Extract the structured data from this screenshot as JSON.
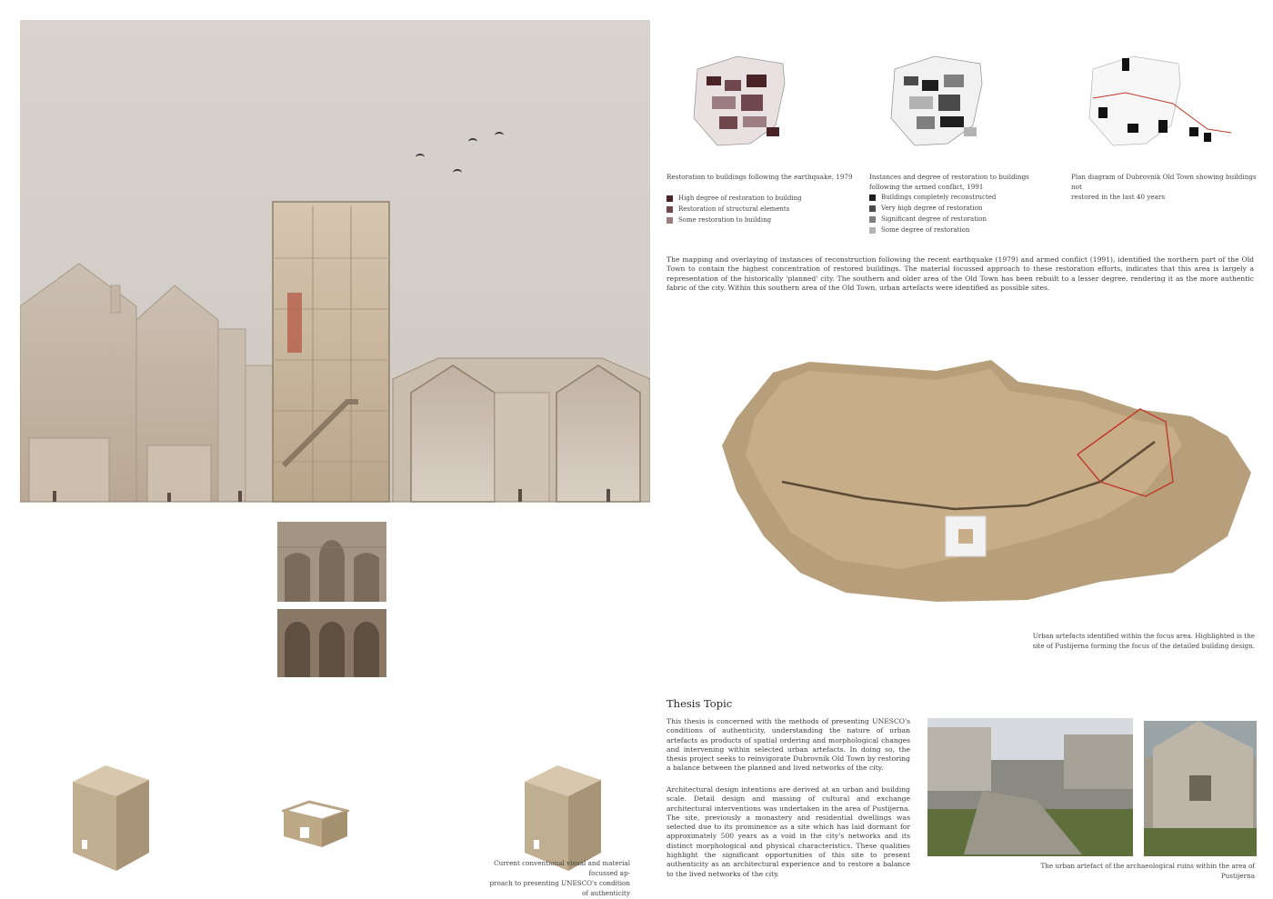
{
  "maps": [
    {
      "caption": "Restoration to buildings following the earthquake, 1979",
      "legend": [
        {
          "label": "High degree of restoration to building",
          "color": "#4a2328"
        },
        {
          "label": "Restoration of structural elements",
          "color": "#6f474c"
        },
        {
          "label": "Some restoration to building",
          "color": "#9b7d82"
        }
      ]
    },
    {
      "caption_lines": [
        "Instances and degree of restoration to buildings",
        "following the armed conflict, 1991"
      ],
      "legend": [
        {
          "label": "Buildings completely reconstructed",
          "color": "#1e1e1e"
        },
        {
          "label": "Very high degree of restoration",
          "color": "#4b4b4b"
        },
        {
          "label": "Significant degree of restoration",
          "color": "#7f7f7f"
        },
        {
          "label": "Some degree of restoration",
          "color": "#b3b3b3"
        }
      ]
    },
    {
      "caption_lines": [
        "Plan diagram of Dubrovnik Old Town showing buildings not",
        "restored in the last 40 years"
      ]
    }
  ],
  "mapping_paragraph": "The mapping and overlaying of instances of reconstruction following the recent earthquake (1979) and armed conflict (1991), identified the northern part of the Old Town to contain the highest concentration of restored buildings. The material focussed approach to these restoration efforts, indicates that this area is largely a representation of the historically 'planned' city. The southern and older area of the Old Town has been rebuilt to a lesser degree, rendering it as the more authentic fabric of the city. Within this southern area of the Old Town, urban artefacts were identified as possible sites.",
  "model_caption_lines": [
    "Urban artefacts identified within the focus area. Highlighted is the",
    "site of Pustijerna forming the focus of the detailed building design."
  ],
  "thesis": {
    "title": "Thesis Topic",
    "para1": "This thesis is concerned with the methods of presenting UNESCO's conditions of authenticity, understanding the nature of urban artefacts as products of spatial ordering and morphological changes and intervening within selected urban artefacts. In doing so, the thesis project seeks to reinvigorate Dubrovnik Old Town by restoring a balance between the planned and lived networks of the city.",
    "para2": "Architectural design intentions are derived at an urban and building scale. Detail design and massing of cultural and exchange architectural interventions was undertaken in the area of Pustijerna. The site, previously a monastery and residential dwellings was selected due to its prominence as a site which has laid dormant for approximately 500 years as a void in the city's networks and its distinct morphological and physical characteristics. These qualities highlight the significant opportunities of this site to present authenticity as an architectural experience and to restore a balance to the lived networks of the city."
  },
  "massing_caption_lines": [
    "Current conventional visual and material focussed ap-",
    "proach to presenting UNESCO's condition of authenticity"
  ],
  "photo_caption": "The urban artefact of the archaeological ruins within the area of Pustijerna"
}
